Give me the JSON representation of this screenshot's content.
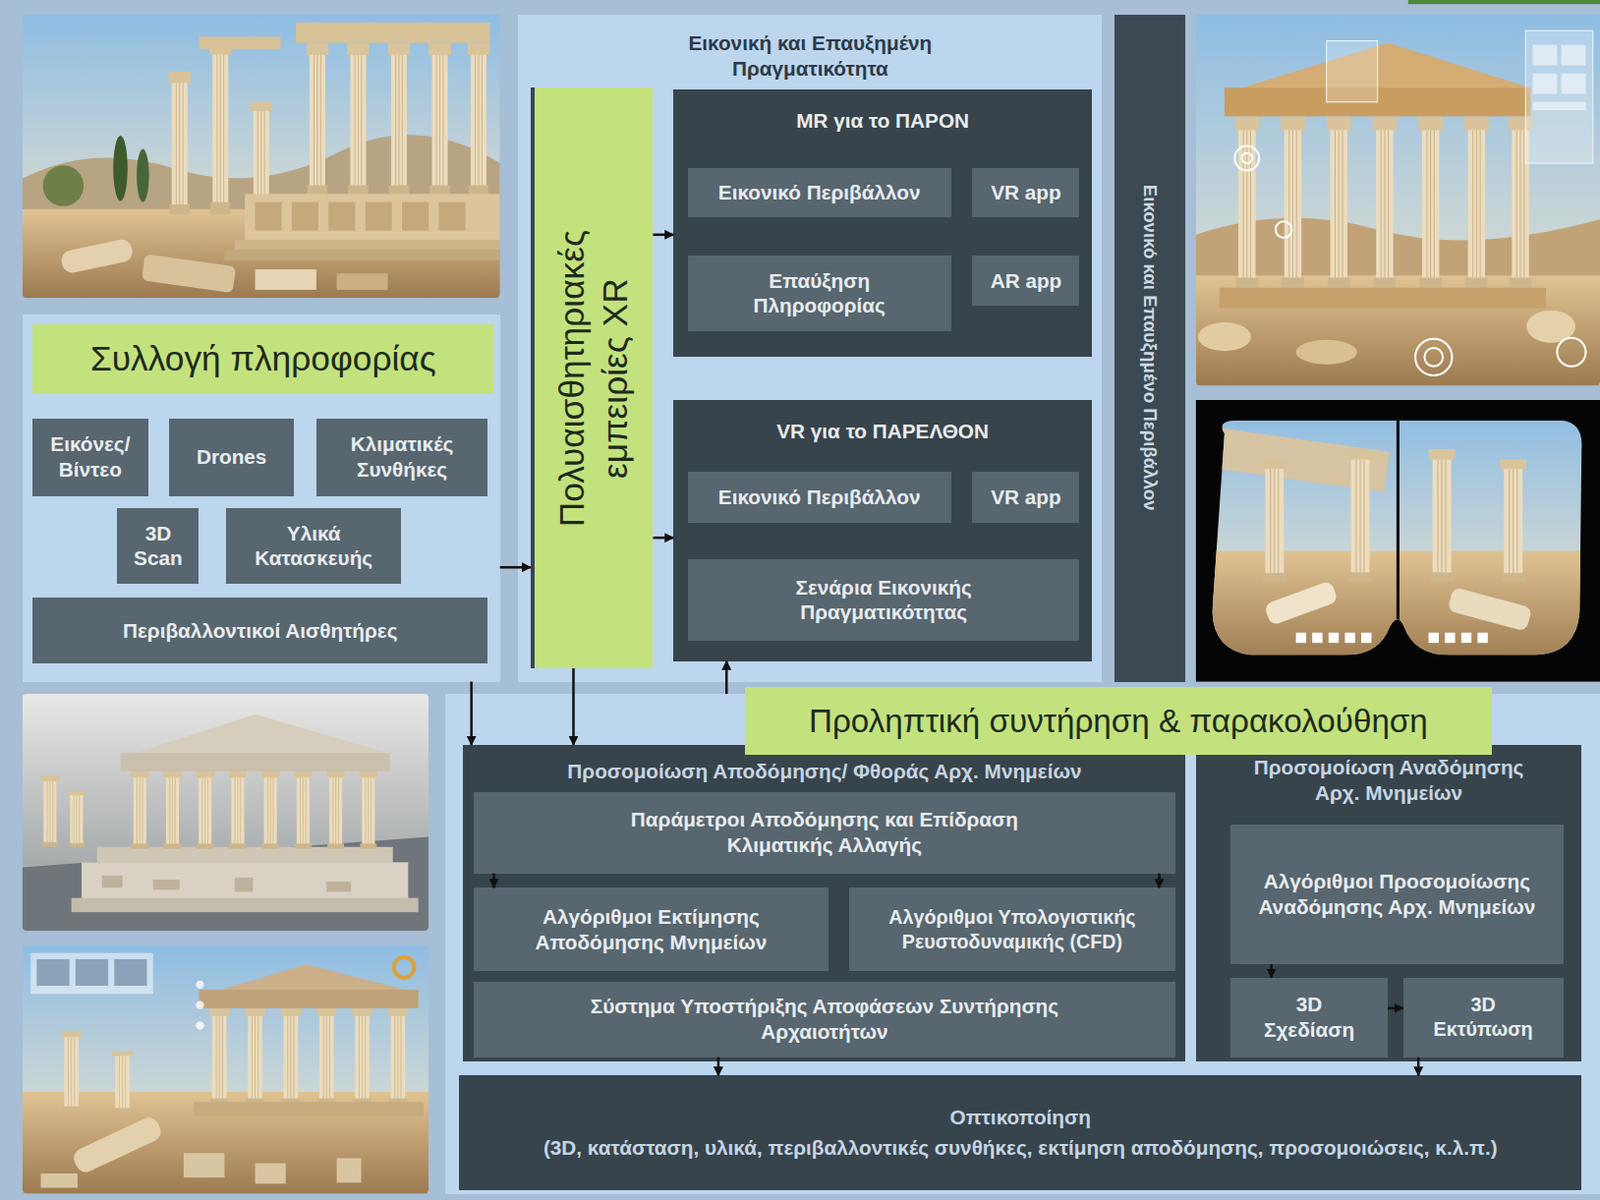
{
  "diagram": {
    "nodes": [
      {
        "text": [
          "Εικονική και Επαυξημένη Πραγματικότητα"
        ]
      },
      {
        "text": [
          "Πολυαισθητηριακές εμπειρίες XR"
        ],
        "in": 0
      },
      {
        "text": [
          "MR για το ΠΑΡΟΝ"
        ],
        "in": 0
      },
      {
        "text": [
          "Εικονικό Περιβάλλον"
        ],
        "in": 2
      },
      {
        "text": [
          "VR app"
        ],
        "in": 2
      },
      {
        "text": [
          "Επαύξηση Πληροφορίας"
        ],
        "in": 2
      },
      {
        "text": [
          "AR app"
        ],
        "in": 2
      },
      {
        "text": [
          "VR για το ΠΑΡΕΛΘΟΝ"
        ],
        "in": 0
      },
      {
        "text": [
          "Εικονικό Περιβάλλον"
        ],
        "in": 7
      },
      {
        "text": [
          "VR app"
        ],
        "in": 7
      },
      {
        "text": [
          "Σενάρια Εικονικής Πραγματικότητας"
        ],
        "in": 7
      },
      {
        "text": [
          "Εικονικό και Επαυξημένο Περιβάλλον"
        ]
      },
      {
        "text": [
          "Συλλογή πληροφορίας"
        ]
      },
      {
        "text": [
          "Εικόνες/ Βίντεο"
        ],
        "in": 12
      },
      {
        "text": [
          "Drones"
        ],
        "in": 12
      },
      {
        "text": [
          "Κλιματικές Συνθήκες"
        ],
        "in": 12
      },
      {
        "text": [
          "3D Scan"
        ],
        "in": 12
      },
      {
        "text": [
          "Υλικά Κατασκευής"
        ],
        "in": 12
      },
      {
        "text": [
          "Περιβαλλοντικοί Αισθητήρες"
        ],
        "in": 12
      },
      {
        "text": [
          "Προληπτική συντήρηση & παρακολούθηση"
        ]
      },
      {
        "text": [
          "Προσομοίωση Αποδόμησης/ Φθοράς Αρχ. Μνημείων"
        ],
        "in": 19
      },
      {
        "text": [
          "Παράμετροι Αποδόμησης και Επίδραση Κλιματικής Αλλαγής"
        ],
        "in": 20
      },
      {
        "text": [
          "Αλγόριθμοι Εκτίμησης Αποδόμησης Μνημείων"
        ],
        "in": 20
      },
      {
        "text": [
          "Αλγόριθμοι Υπολογιστικής Ρευστοδυναμικής (CFD)"
        ],
        "in": 20
      },
      {
        "text": [
          "Σύστημα Υποστήριξης Αποφάσεων Συντήρησης Αρχαιοτήτων"
        ],
        "in": 20
      },
      {
        "text": [
          "Προσομοίωση Αναδόμησης Αρχ. Μνημείων"
        ],
        "in": 19
      },
      {
        "text": [
          "Αλγόριθμοι Προσομοίωσης Αναδόμησης Αρχ. Μνημείων"
        ],
        "in": 25
      },
      {
        "text": [
          "3D Σχεδίαση"
        ],
        "in": 25
      },
      {
        "text": [
          "3D Εκτύπωση"
        ],
        "in": 25
      },
      {
        "text": [
          "Οπτικοποίηση",
          "(3D, κατάσταση, υλικά, περιβαλλοντικές συνθήκες, εκτίμηση αποδόμησης, προσομοιώσεις, κ.λ.π.)"
        ],
        "in": 19
      }
    ],
    "edges": [
      {
        "from": 12,
        "to": 1,
        "arrow": "to"
      },
      {
        "from": 1,
        "to": 2,
        "arrow": "to"
      },
      {
        "from": 1,
        "to": 7,
        "arrow": "to"
      },
      {
        "from": 12,
        "to": 20,
        "arrow": "to"
      },
      {
        "from": 1,
        "to": 20,
        "arrow": "to"
      },
      {
        "from": 19,
        "to": 7,
        "arrow": "to"
      },
      {
        "from": 21,
        "to": 22,
        "arrow": "to"
      },
      {
        "from": 21,
        "to": 23,
        "arrow": "to"
      },
      {
        "from": 24,
        "to": 29,
        "arrow": "to"
      },
      {
        "from": 26,
        "to": 27,
        "arrow": "to"
      },
      {
        "from": 27,
        "to": 28,
        "arrow": "to"
      },
      {
        "from": 28,
        "to": 29,
        "arrow": "to"
      }
    ]
  }
}
